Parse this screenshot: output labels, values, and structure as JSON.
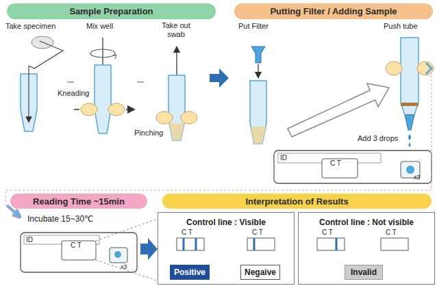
{
  "diagram": {
    "nodes": [
      {
        "text": [
          "Sample Preparation"
        ]
      },
      {
        "text": [
          "Putting Filter / Adding Sample"
        ]
      },
      {
        "text": [
          "Reading Time ~15min"
        ]
      },
      {
        "text": [
          "Interpretation of Results"
        ]
      },
      {
        "text": [
          "Control line : Visible"
        ]
      },
      {
        "text": [
          "Positive"
        ],
        "in": 4
      },
      {
        "text": [
          "Negaive"
        ],
        "in": 4
      },
      {
        "text": [
          "Control line : Not visible"
        ]
      },
      {
        "text": [
          "Invalid"
        ],
        "in": 7
      }
    ],
    "labels": [
      "Take specimen",
      "Mix well",
      "Take out swab",
      "Put Filter",
      "Push tube",
      "Kneading",
      "Pinching",
      "Add 3 drops",
      "ID",
      "C T",
      "x3",
      "Incubate 15~30℃",
      "ID",
      "C T",
      "x3",
      "C T",
      "C T",
      "C T",
      "C T"
    ]
  }
}
